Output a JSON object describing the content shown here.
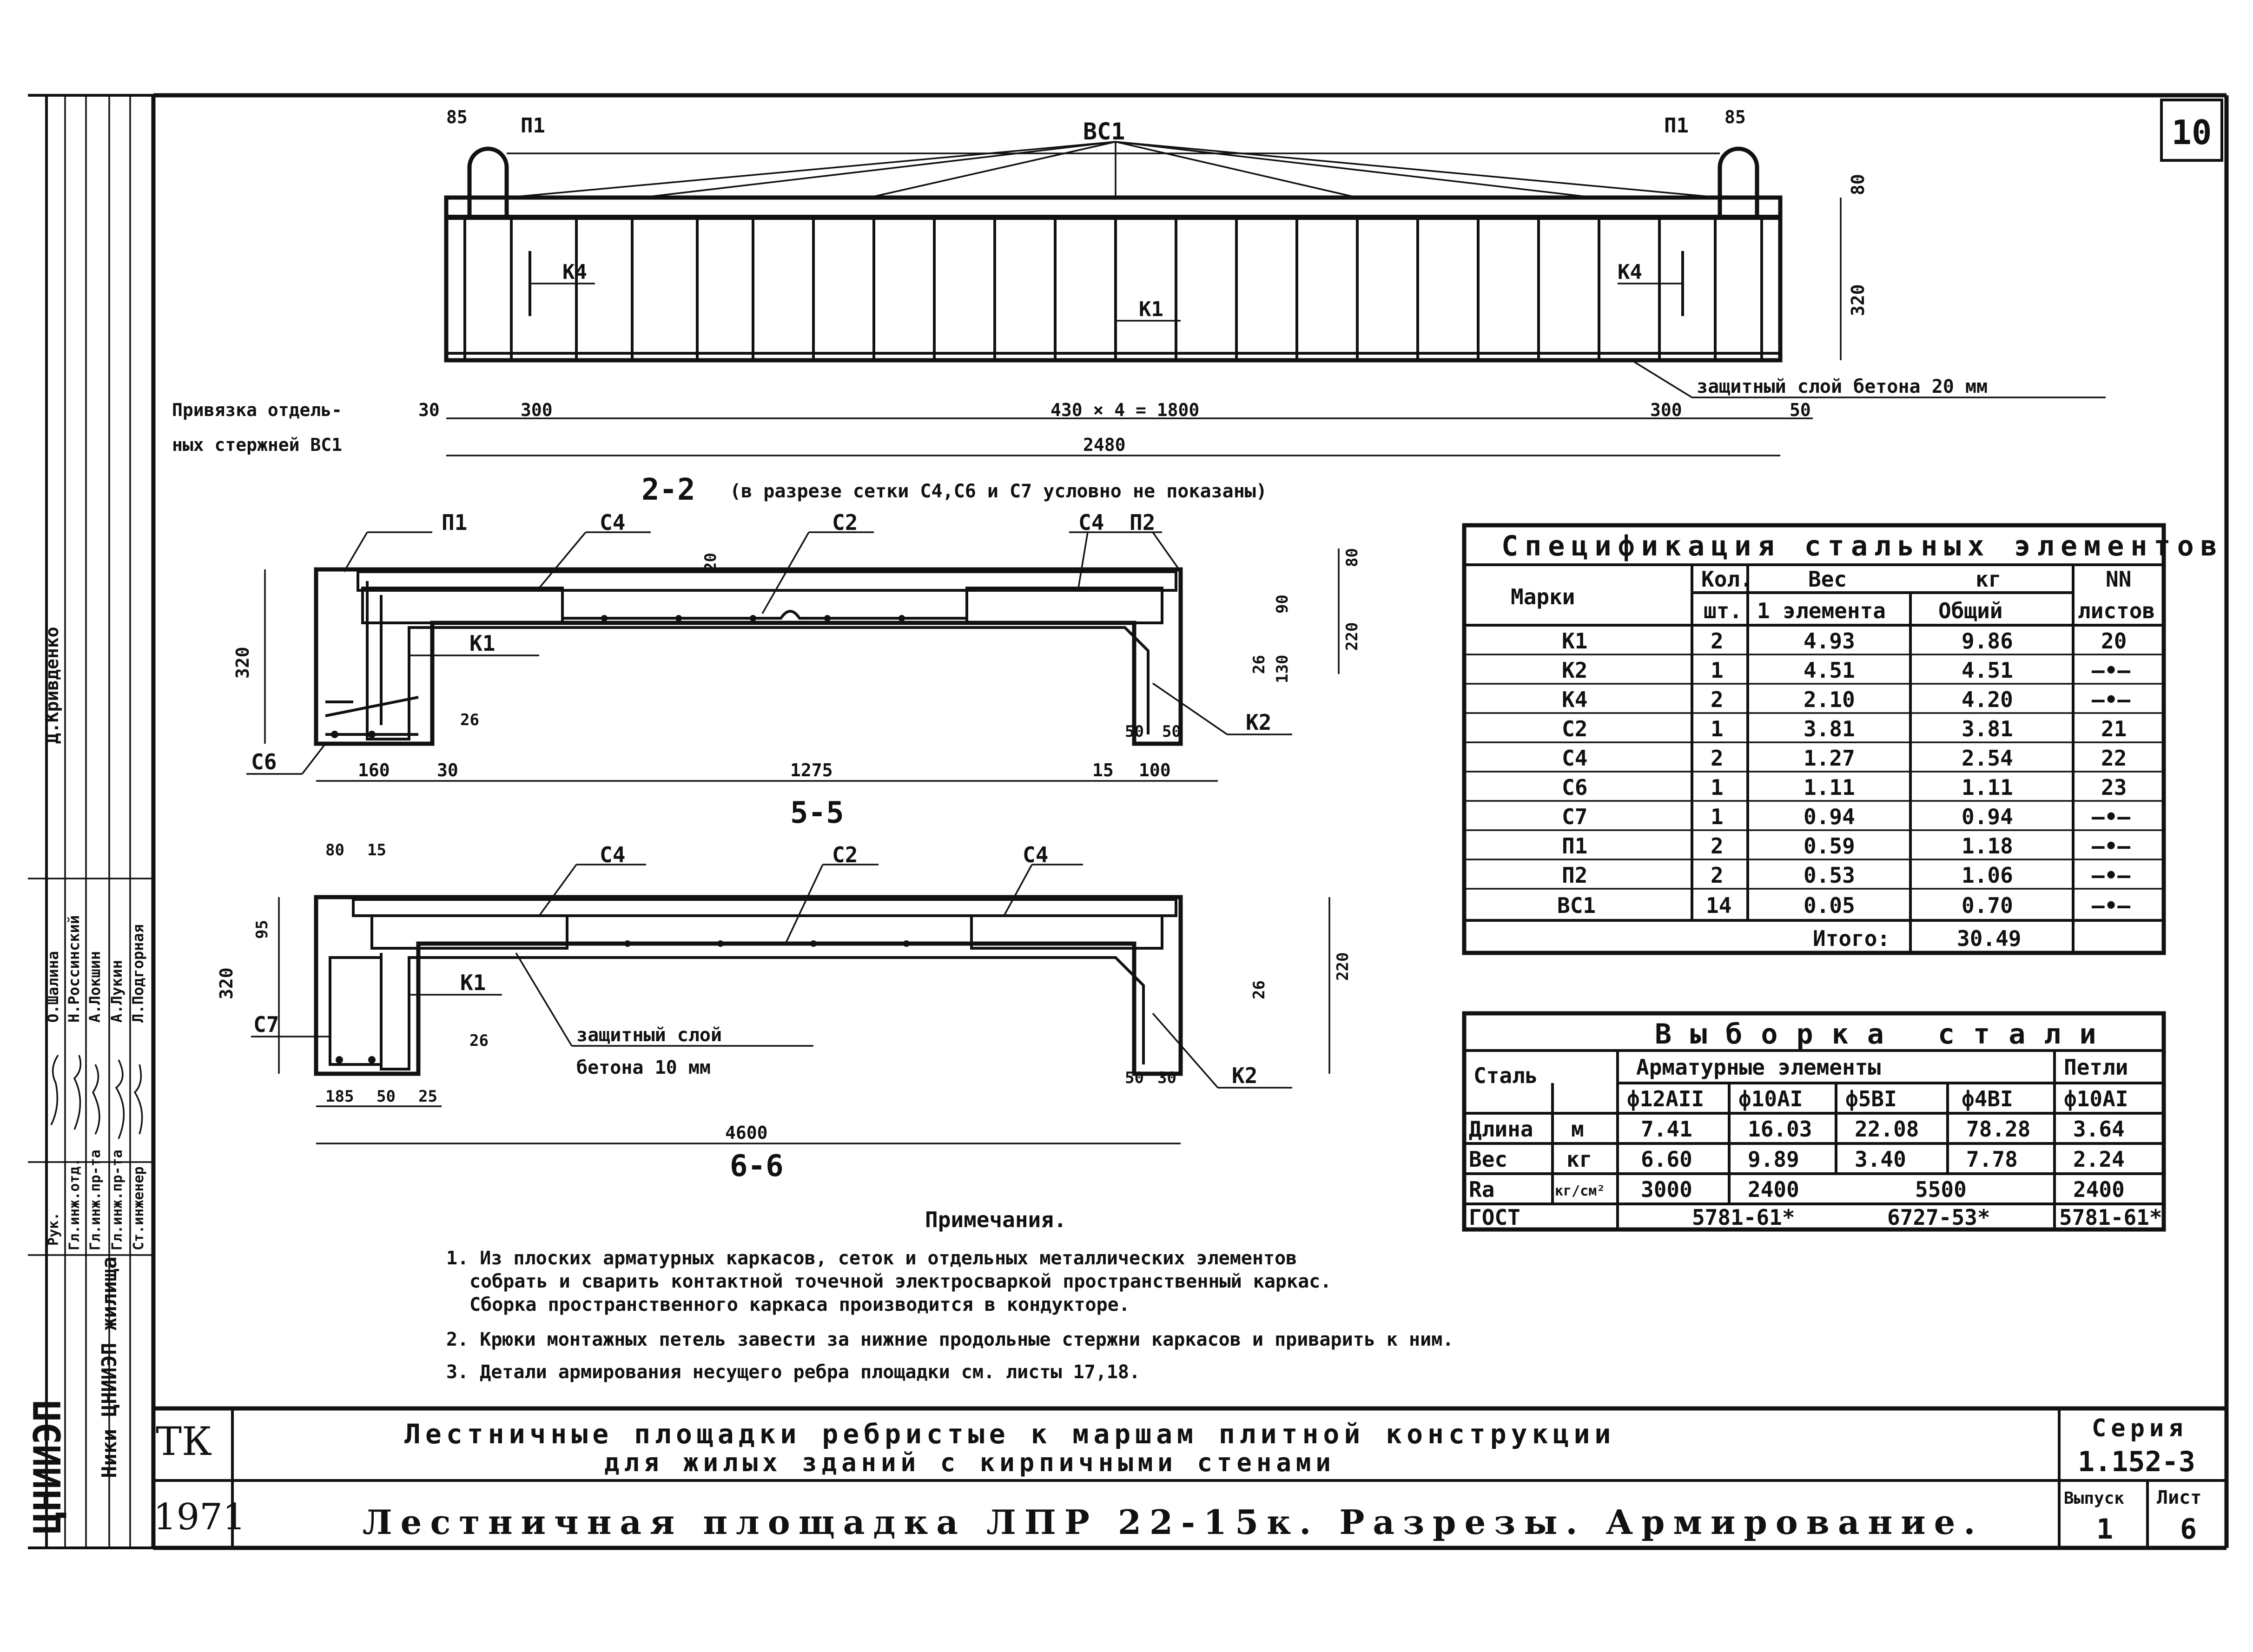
{
  "sheet_number": "10",
  "stamp": {
    "org": "ЦНИИЭП",
    "line1": "ТК",
    "line2": "1971",
    "title1": "Лестничные площадки ребристые к маршам плитной конструкции",
    "title2": "для жилых зданий с кирпичными стенами",
    "title3": "Лестничная площадка ЛПР 22-15к. Разрезы. Армирование.",
    "series_label": "Серия",
    "series_value": "1.152-3",
    "issue_label": "Выпуск",
    "issue_value": "1",
    "sheet_label": "Лист",
    "sheet_value": "6"
  },
  "sidebar": {
    "roles": [
      "Рук.",
      "Гл.инж.отд.",
      "Гл.инж.пр-та",
      "Гл.инж.пр-та",
      "Ст.инженер"
    ],
    "names": [
      "О.Шалина",
      "Н.Россинский",
      "А.Локшин",
      "А.Лукин",
      "Л.Подгорная"
    ],
    "top_name": "Д.Кривденко",
    "vertical_org": "Ники ЦНИИЭП жилища"
  },
  "section22": {
    "caption": "2-2",
    "caption_note": "(в разрезе сетки С4,С6 и С7 условно не показаны)",
    "labels": {
      "p1_left": "П1",
      "p1_right": "П1",
      "vs1": "ВС1",
      "k4_left": "К4",
      "k4_right": "К4",
      "k1": "К1",
      "cover": "защитный слой бетона 20 мм"
    },
    "dims": {
      "d85_left": "85",
      "d85_right": "85",
      "d80": "80",
      "d320": "320",
      "d300_left": "300",
      "spacing": "430 × 4 = 1800",
      "d300_right": "300",
      "d50_right": "50",
      "d30_left": "30",
      "total": "2480"
    },
    "bind_note_1": "Привязка отдель-",
    "bind_note_2": "ных стержней ВС1"
  },
  "section55": {
    "caption": "5-5",
    "labels": {
      "p1": "П1",
      "c4_left": "С4",
      "c2": "С2",
      "c4_right": "С4",
      "p2": "П2",
      "k1": "К1",
      "k2": "К2",
      "c6": "С6"
    },
    "dims": {
      "d320": "320",
      "d20": "20",
      "d80": "80",
      "d90": "90",
      "d220": "220",
      "d130": "130",
      "d26_right": "26",
      "d26_left": "26",
      "d160": "160",
      "d30": "30",
      "d1275": "1275",
      "d15": "15",
      "d100": "100",
      "d50a": "50",
      "d50b": "50"
    }
  },
  "section66": {
    "caption": "6-6",
    "labels": {
      "c4_left": "С4",
      "c2": "С2",
      "c4_right": "С4",
      "k1": "К1",
      "k2": "К2",
      "c7": "С7",
      "cover_1": "защитный слой",
      "cover_2": "бетона 10 мм"
    },
    "dims": {
      "d80": "80",
      "d15": "15",
      "d95": "95",
      "d320": "320",
      "d220": "220",
      "d26_left": "26",
      "d26_right": "26",
      "d185": "185",
      "d50": "50",
      "d25": "25",
      "d50a": "50",
      "d30": "30",
      "total": "4600"
    }
  },
  "spec_table": {
    "title": "Спецификация стальных элементов",
    "headers": {
      "mark": "Марки",
      "qty": "Кол.",
      "qty_unit": "шт.",
      "weight": "Вес",
      "weight_unit": "кг",
      "per_element": "1 элемента",
      "total": "Общий",
      "sheets": "NN",
      "sheets2": "листов"
    },
    "rows": [
      {
        "mark": "К1",
        "qty": "2",
        "elem": "4.93",
        "total": "9.86",
        "sheet": "20"
      },
      {
        "mark": "К2",
        "qty": "1",
        "elem": "4.51",
        "total": "4.51",
        "sheet": "—•—"
      },
      {
        "mark": "К4",
        "qty": "2",
        "elem": "2.10",
        "total": "4.20",
        "sheet": "—•—"
      },
      {
        "mark": "С2",
        "qty": "1",
        "elem": "3.81",
        "total": "3.81",
        "sheet": "21"
      },
      {
        "mark": "С4",
        "qty": "2",
        "elem": "1.27",
        "total": "2.54",
        "sheet": "22"
      },
      {
        "mark": "С6",
        "qty": "1",
        "elem": "1.11",
        "total": "1.11",
        "sheet": "23"
      },
      {
        "mark": "С7",
        "qty": "1",
        "elem": "0.94",
        "total": "0.94",
        "sheet": "—•—"
      },
      {
        "mark": "П1",
        "qty": "2",
        "elem": "0.59",
        "total": "1.18",
        "sheet": "—•—"
      },
      {
        "mark": "П2",
        "qty": "2",
        "elem": "0.53",
        "total": "1.06",
        "sheet": "—•—"
      },
      {
        "mark": "ВС1",
        "qty": "14",
        "elem": "0.05",
        "total": "0.70",
        "sheet": "—•—"
      }
    ],
    "total_label": "Итого:",
    "total_value": "30.49"
  },
  "steel_table": {
    "title": "Выборка стали",
    "steel_label": "Сталь",
    "group_rebar": "Арматурные элементы",
    "group_loops": "Петли",
    "cols": [
      "ф12АII",
      "ф10АI",
      "ф5ВI",
      "ф4ВI",
      "ф10АI"
    ],
    "rows": [
      {
        "label": "Длина",
        "unit": "м",
        "values": [
          "7.41",
          "16.03",
          "22.08",
          "78.28",
          "3.64"
        ]
      },
      {
        "label": "Вес",
        "unit": "кг",
        "values": [
          "6.60",
          "9.89",
          "3.40",
          "7.78",
          "2.24"
        ]
      },
      {
        "label": "Rа",
        "unit": "кг/см²",
        "values": [
          "3000",
          "2400",
          "5500",
          "2400"
        ]
      },
      {
        "label": "ГОСТ",
        "unit": "",
        "values": [
          "5781-61*",
          "6727-53*",
          "5781-61*"
        ]
      }
    ]
  },
  "notes": {
    "title": "Примечания.",
    "n1a": "1. Из плоских арматурных каркасов, сеток и отдельных металлических элементов",
    "n1b": "собрать и сварить контактной точечной электросваркой пространственный каркас.",
    "n1c": "Сборка пространственного каркаса производится в кондукторе.",
    "n2": "2. Крюки монтажных петель завести за нижние продольные стержни каркасов и приварить к ним.",
    "n3": "3. Детали армирования несущего ребра площадки см. листы 17,18."
  }
}
